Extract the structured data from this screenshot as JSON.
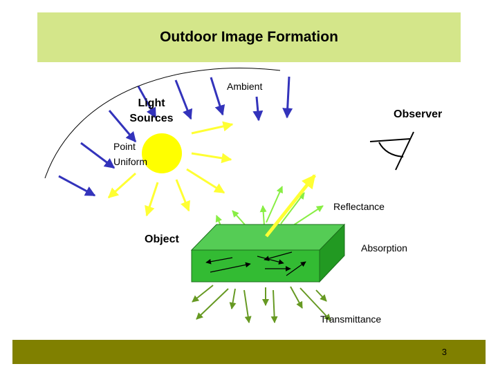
{
  "slide": {
    "title": "Outdoor Image Formation",
    "page_number": "3"
  },
  "labels": {
    "light_sources_line1": "Light",
    "light_sources_line2": "Sources",
    "ambient": "Ambient",
    "point": "Point",
    "uniform": "Uniform",
    "observer": "Observer",
    "object": "Object",
    "reflectance": "Reflectance",
    "absorption": "Absorption",
    "transmittance": "Transmittance"
  },
  "colors": {
    "title_bar": "#d4e68a",
    "footer_bar": "#808000",
    "ambient_rays": "#3333bb",
    "sun": "#ffff00",
    "sun_rays": "#ffff33",
    "reflect_rays": "#88ee44",
    "object_top": "#55cc55",
    "object_front": "#33bb33",
    "object_side": "#229922",
    "transmit_rays": "#669922"
  }
}
